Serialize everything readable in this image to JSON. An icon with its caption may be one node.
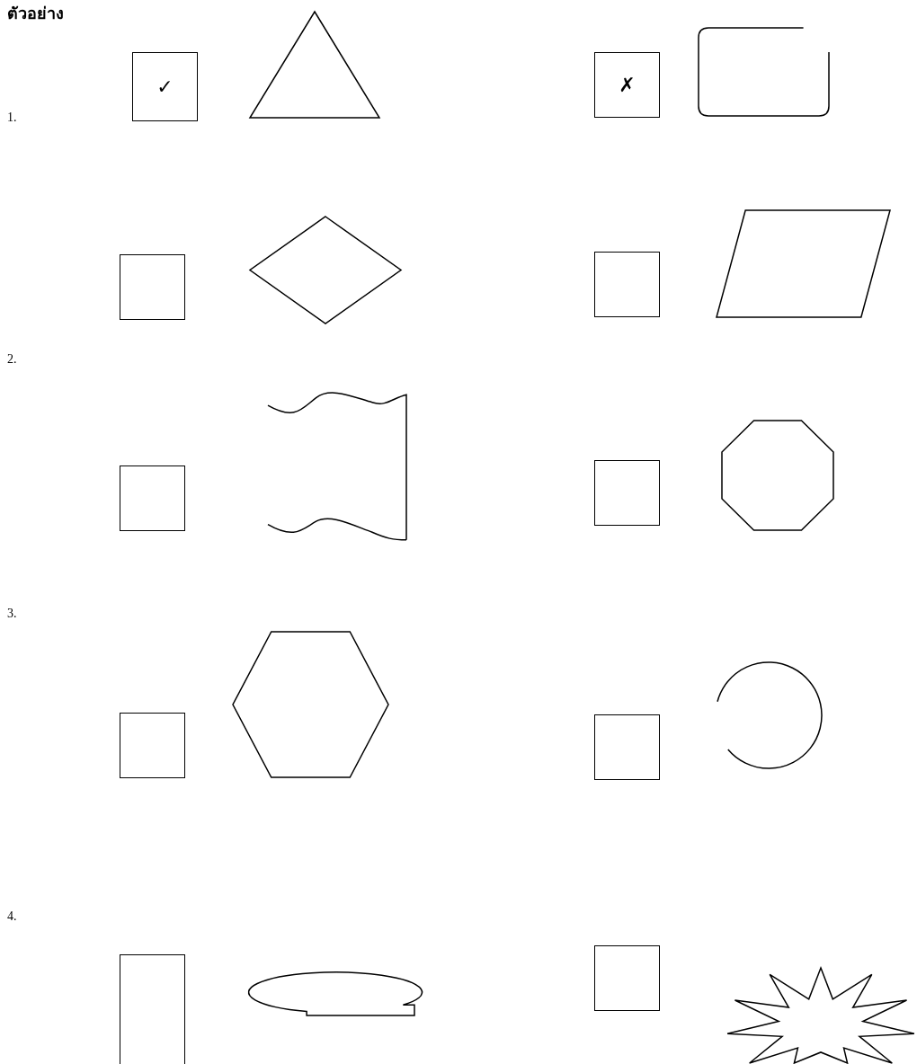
{
  "diagram": {
    "title": "ตัวอย่าง",
    "nodes": [
      {
        "text": [
          "✓"
        ]
      },
      {
        "text": [],
        "shape": "triangle"
      },
      {
        "text": [
          "✗"
        ]
      },
      {
        "text": [],
        "shape": "rounded-box"
      },
      {
        "text": [],
        "shape": "box"
      },
      {
        "text": [],
        "shape": "diamond"
      },
      {
        "text": [],
        "shape": "box"
      },
      {
        "text": [],
        "shape": "parallelogram"
      },
      {
        "text": [],
        "shape": "box"
      },
      {
        "text": [],
        "shape": "banner"
      },
      {
        "text": [],
        "shape": "box"
      },
      {
        "text": [],
        "shape": "octagon"
      },
      {
        "text": [],
        "shape": "box"
      },
      {
        "text": [],
        "shape": "hexagon"
      },
      {
        "text": [],
        "shape": "box"
      },
      {
        "text": [],
        "shape": "arc"
      },
      {
        "text": [],
        "shape": "box"
      },
      {
        "text": [],
        "shape": "callout"
      },
      {
        "text": [],
        "shape": "box"
      },
      {
        "text": [],
        "shape": "starburst"
      }
    ],
    "labels": [
      "1.",
      "2.",
      "3.",
      "4."
    ]
  }
}
